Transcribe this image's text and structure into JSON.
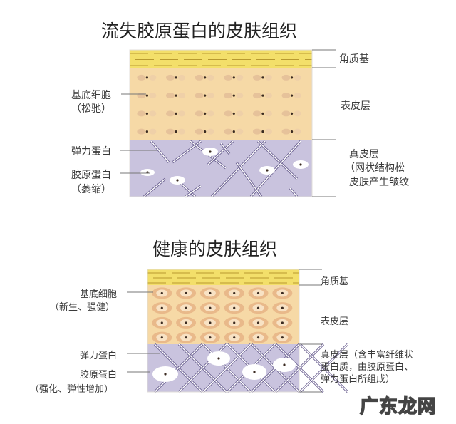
{
  "top": {
    "title": "流失胶原蛋白的皮肤组织",
    "right_labels": {
      "stratum": "角质基",
      "epidermis": "表皮层",
      "dermis": [
        "真皮层",
        "（网状结构松",
        "皮肤产生皱纹"
      ]
    },
    "left_labels": {
      "basal": "基底细胞",
      "basal_note": "（松驰）",
      "elastin": "弹力蛋白",
      "collagen": "胶原蛋白",
      "collagen_note": "（萎缩）"
    }
  },
  "bottom": {
    "title": "健康的皮肤组织",
    "right_labels": {
      "stratum": "角质基",
      "epidermis": "表皮层",
      "dermis": [
        "真皮层（含丰富纤维状",
        "蛋白质，由胶原蛋白、",
        "弹力蛋白所组成）"
      ]
    },
    "left_labels": {
      "basal": "基底细胞",
      "basal_note": "（新生、强健）",
      "elastin": "弹力蛋白",
      "collagen": "胶原蛋白",
      "collagen_note": "（强化、弹性增加）"
    }
  },
  "watermark": "广东龙网",
  "colors": {
    "stratum": "#f3df6a",
    "epidermis": "#f6d9a6",
    "dermis": "#c9c3de",
    "cell": "#e9b98a",
    "fiber": "#6a6090"
  }
}
